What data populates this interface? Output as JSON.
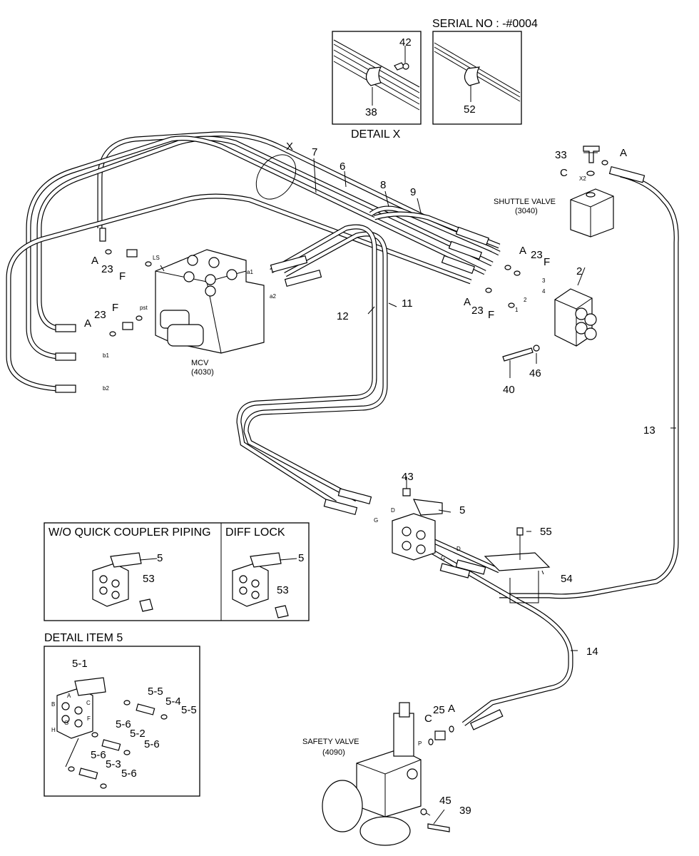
{
  "titles": {
    "serial_no": "SERIAL NO : -#0004",
    "detail_x": "DETAIL X",
    "wo_quick_coupler": "W/O QUICK COUPLER PIPING",
    "diff_lock": "DIFF LOCK",
    "detail_item_5": "DETAIL ITEM 5"
  },
  "components": {
    "shuttle_valve": "SHUTTLE VALVE",
    "shuttle_valve_code": "(3040)",
    "mcv": "MCV",
    "mcv_code": "(4030)",
    "safety_valve": "SAFETY VALVE",
    "safety_valve_code": "(4090)"
  },
  "callouts": {
    "n42": "42",
    "n38": "38",
    "n52": "52",
    "x": "X",
    "n7": "7",
    "n6": "6",
    "n8": "8",
    "n9": "9",
    "n33": "33",
    "a_top": "A",
    "c_top": "C",
    "a_r1": "A",
    "n23_r1": "23",
    "f_r1": "F",
    "n2": "2",
    "a_r2": "A",
    "n23_r2": "23",
    "f_r2": "F",
    "n40": "40",
    "n46": "46",
    "n11": "11",
    "n12": "12",
    "n13": "13",
    "a_l1": "A",
    "n23_l1": "23",
    "f_l1": "F",
    "n23_l2": "23",
    "f_l2": "F",
    "a_l2": "A",
    "n43": "43",
    "n5": "5",
    "n55": "55",
    "n54": "54",
    "n14": "14",
    "c_b": "C",
    "n25": "25",
    "a_b": "A",
    "n45": "45",
    "n39": "39",
    "n5_box1": "5",
    "n53_box1": "53",
    "n5_box2": "5",
    "n53_box2": "53",
    "d5_1": "5-1",
    "d5_5a": "5-5",
    "d5_4": "5-4",
    "d5_5b": "5-5",
    "d5_6a": "5-6",
    "d5_2": "5-2",
    "d5_6b": "5-6",
    "d5_6c": "5-6",
    "d5_3": "5-3",
    "d5_6d": "5-6"
  },
  "port_marks": {
    "ls": "LS",
    "a1": "a1",
    "a2": "a2",
    "pst": "pst",
    "b1": "b1",
    "b2": "b2",
    "x2": "X2",
    "p": "P",
    "d1": "D",
    "g1": "G",
    "d2": "D",
    "g2": "G",
    "p1": "1",
    "p2": "2",
    "p3": "3",
    "p4": "4",
    "ma": "A",
    "mb": "B",
    "mc": "C",
    "mf": "F",
    "mg": "G",
    "mh": "H"
  }
}
